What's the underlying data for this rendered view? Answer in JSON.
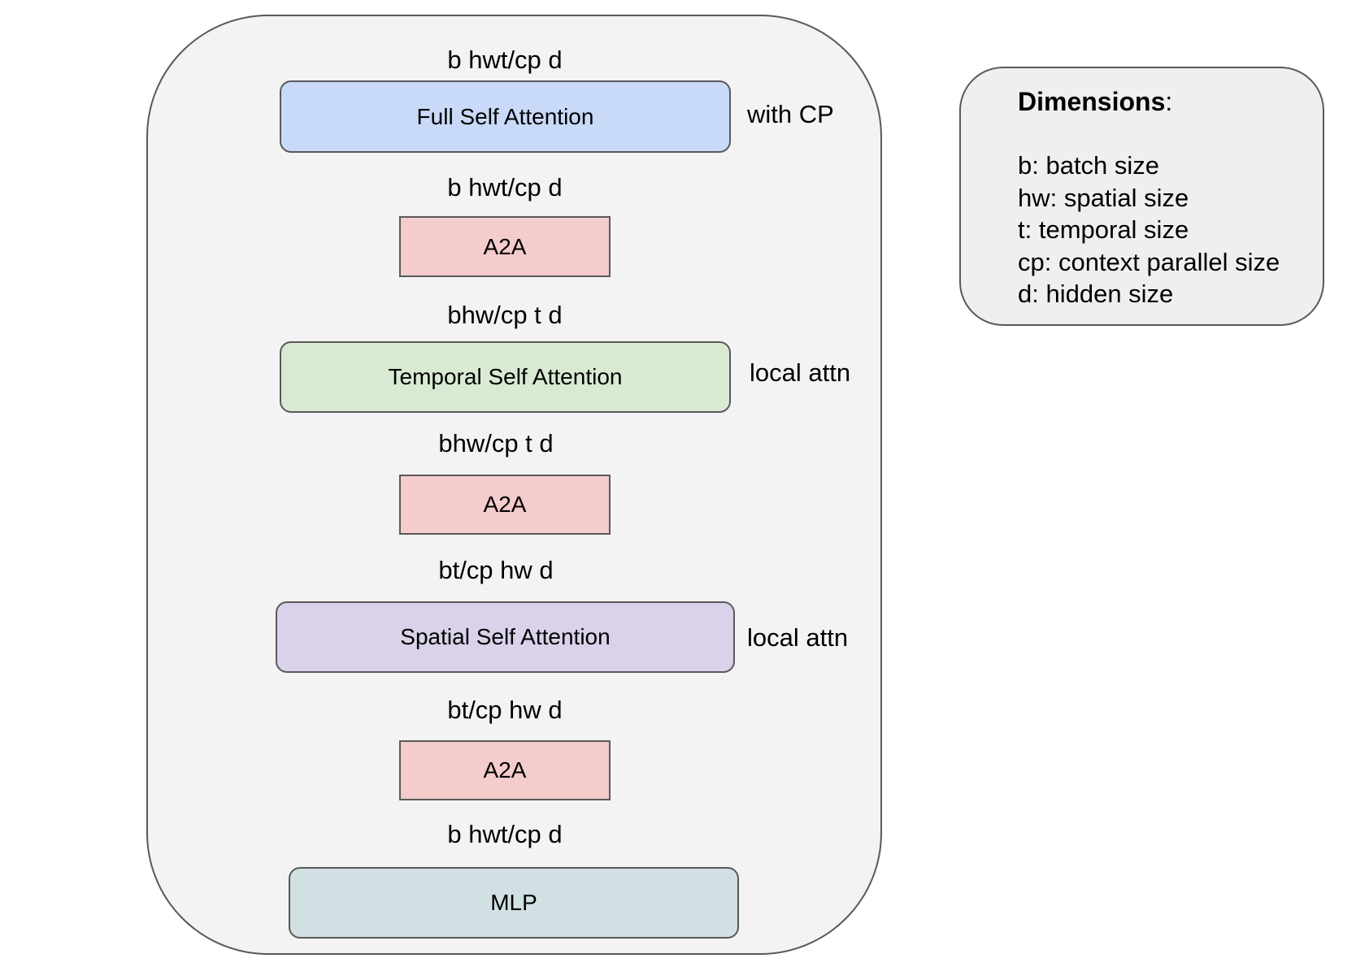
{
  "diagram": {
    "blocks": [
      {
        "label": "Full Self Attention",
        "color": "#c9daf8"
      },
      {
        "label": "A2A",
        "color": "#f4cccc"
      },
      {
        "label": "Temporal Self Attention",
        "color": "#d9ead3"
      },
      {
        "label": "A2A",
        "color": "#f4cccc"
      },
      {
        "label": "Spatial Self Attention",
        "color": "#d9d2e9"
      },
      {
        "label": "A2A",
        "color": "#f4cccc"
      },
      {
        "label": "MLP",
        "color": "#d0e0e3"
      }
    ],
    "shapes": [
      "b hwt/cp d",
      "b hwt/cp d",
      "bhw/cp t d",
      "bhw/cp t d",
      "bt/cp hw d",
      "bt/cp hw d",
      "b hwt/cp d"
    ],
    "annotations": [
      "with CP",
      "local attn",
      "local attn"
    ]
  },
  "legend": {
    "title": "Dimensions",
    "title_suffix": ":",
    "items": [
      "b: batch size",
      "hw: spatial size",
      "t: temporal size",
      "cp: context parallel size",
      "d: hidden size"
    ]
  }
}
